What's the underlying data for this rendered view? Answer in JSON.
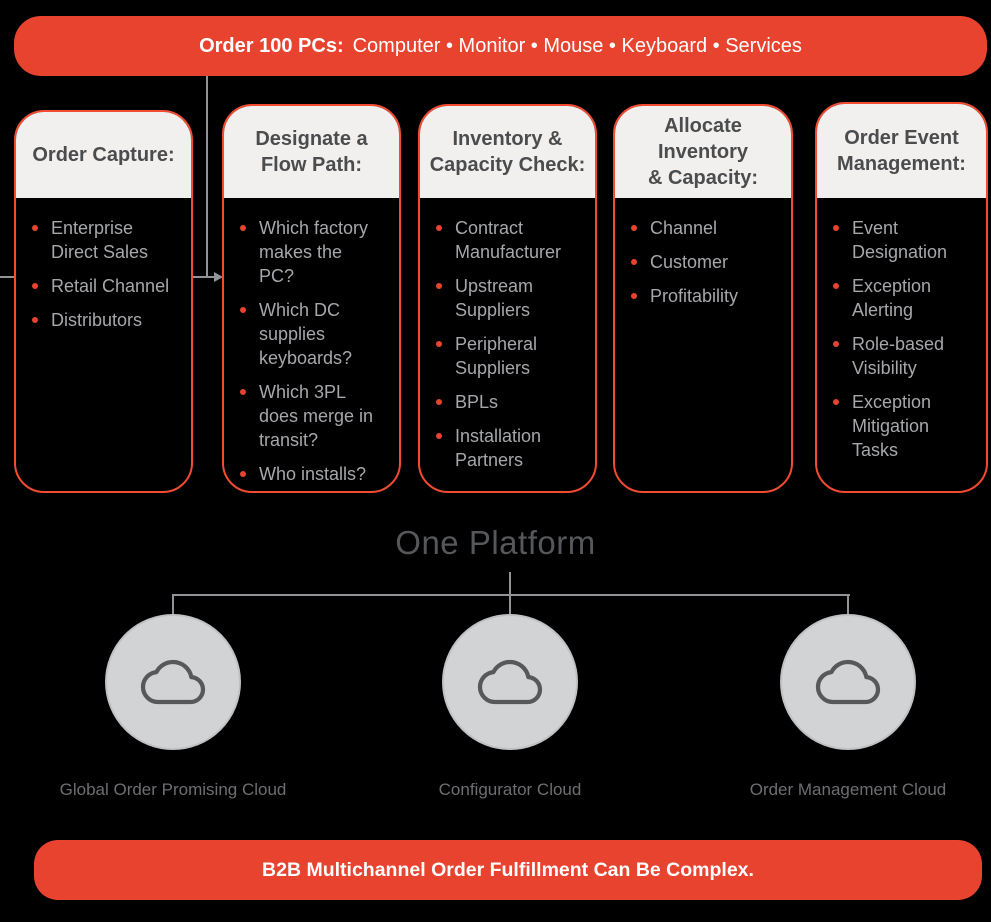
{
  "colors": {
    "background": "#000000",
    "accent_red": "#e7432e",
    "card_border_red": "#f14b31",
    "bullet_red": "#e8432e",
    "card_header_bg": "#f1f0ee",
    "card_header_text": "#4b4c4e",
    "card_body_text": "#a5a7aa",
    "connector_gray": "#919396",
    "platform_text": "#55575a",
    "cloud_fill": "#d2d3d5",
    "cloud_icon_stroke": "#57585a",
    "cloud_label_text": "#6d6e71"
  },
  "top_banner": {
    "label_bold": "Order 100 PCs:",
    "label_rest": "Computer • Monitor • Mouse • Keyboard • Services"
  },
  "cards": [
    {
      "title": "Order Capture:",
      "items": [
        "Enterprise Direct Sales",
        "Retail Channel",
        "Distributors"
      ]
    },
    {
      "title": "Designate a\nFlow Path:",
      "items": [
        "Which factory makes the PC?",
        "Which DC supplies keyboards?",
        "Which 3PL does merge in transit?",
        "Who installs?"
      ]
    },
    {
      "title": "Inventory &\nCapacity Check:",
      "items": [
        "Contract Manufacturer",
        "Upstream Suppliers",
        "Peripheral Suppliers",
        "BPLs",
        "Installation Partners"
      ]
    },
    {
      "title": "Allocate\nInventory\n& Capacity:",
      "items": [
        "Channel",
        "Customer",
        "Profitability"
      ]
    },
    {
      "title": "Order Event\nManagement:",
      "items": [
        "Event Designation",
        "Exception Alerting",
        "Role-based Visibility",
        "Exception Mitigation Tasks"
      ]
    }
  ],
  "platform": {
    "title": "One Platform"
  },
  "clouds": [
    {
      "label": "Global Order Promising Cloud"
    },
    {
      "label": "Configurator Cloud"
    },
    {
      "label": "Order Management Cloud"
    }
  ],
  "bottom_banner": {
    "label": "B2B Multichannel Order Fulfillment Can Be Complex."
  }
}
